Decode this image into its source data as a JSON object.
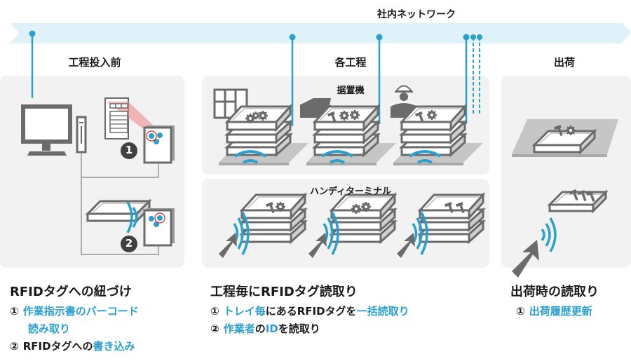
{
  "network": {
    "title": "社内ネットワーク",
    "band_color": "#dff1f9",
    "node_color": "#2aa0cf"
  },
  "sections": {
    "before": {
      "title": "工程投入前"
    },
    "process": {
      "title": "各工程",
      "fixed_label": "据置機",
      "handy_label": "ハンディターミナル"
    },
    "shipping": {
      "title": "出荷"
    }
  },
  "markers": {
    "step1": "1",
    "step2": "2"
  },
  "captions": {
    "before": {
      "heading": "RFIDタグへの紐づけ",
      "items": [
        {
          "num": "①",
          "parts": [
            {
              "text": "作業指示書のバーコード",
              "style": "blue"
            }
          ],
          "cont": "読み取り"
        },
        {
          "num": "②",
          "parts": [
            {
              "text": "RFIDタグへの",
              "style": "dark"
            },
            {
              "text": "書き込み",
              "style": "blue"
            }
          ]
        }
      ]
    },
    "process": {
      "heading": "工程毎にRFIDタグ読取り",
      "items": [
        {
          "num": "①",
          "parts": [
            {
              "text": "トレイ毎",
              "style": "blue"
            },
            {
              "text": "にあるRFIDタグを",
              "style": "dark"
            },
            {
              "text": "一括読取り",
              "style": "blue"
            }
          ]
        },
        {
          "num": "②",
          "parts": [
            {
              "text": "作業者",
              "style": "blue"
            },
            {
              "text": "の",
              "style": "dark"
            },
            {
              "text": "ID",
              "style": "blue"
            },
            {
              "text": "を読取り",
              "style": "dark"
            }
          ]
        }
      ]
    },
    "shipping": {
      "heading": "出荷時の読取り",
      "items": [
        {
          "num": "①",
          "parts": [
            {
              "text": "出荷履歴更新",
              "style": "blue"
            }
          ]
        }
      ]
    }
  },
  "colors": {
    "accent": "#2aa0cf",
    "panel": "#f2f2f2",
    "icon_gray": "#6b6b6b",
    "laser": "#f08a8a",
    "highlight_ring": "#e02020"
  }
}
